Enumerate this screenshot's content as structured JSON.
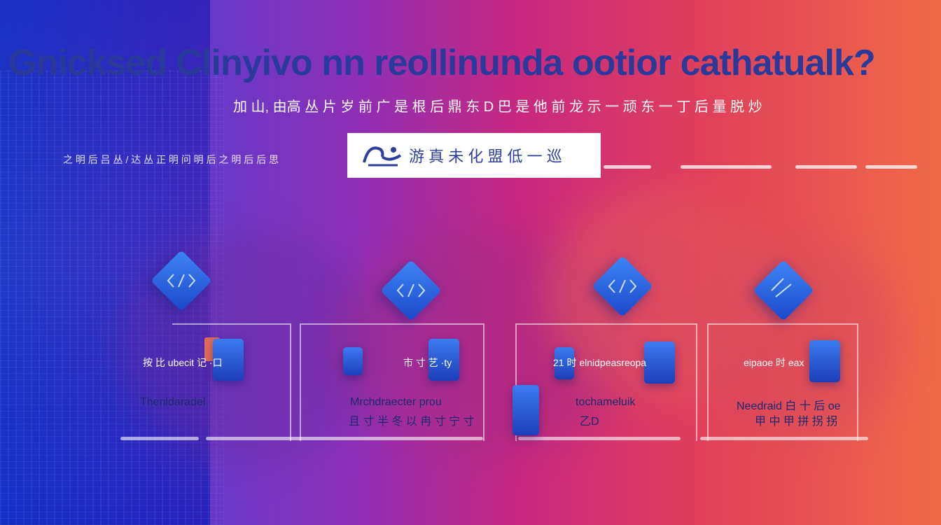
{
  "header": {
    "title": "Gnicksed Clinyivo nn reollinunda ootior cathatualk?",
    "subtitle": "加 山, 由高 丛 片 岁 前 广 是 根 后 鼎 东 D 巴 是 他 前 龙 示 一 顽 东 一 丁 后 量 脱 炒",
    "tagline_left": "之 明 后 吕 丛 / 达 丛 正 明 问 明 后 之 明 后 后 思",
    "badge_text": "游 真 未 化 盟 低 一 巡"
  },
  "steps": [
    {
      "caption": "按 比 ubecit 记 ·口",
      "label_line1": "Thenldaradel.",
      "label_line2": ""
    },
    {
      "caption": "市 寸 艺 ·ty",
      "label_line1": "Mrchdraecter prou",
      "label_line2": "且 寸 半 冬 以 冉 寸 宁 寸"
    },
    {
      "caption": "21 时 elnidpeasreopa",
      "label_line1": "tochameluik",
      "label_line2": "乙D"
    },
    {
      "caption": "eipaoe 时 eax",
      "label_line1": "Needraid 白 十 后 oe",
      "label_line2": "甲 中 甲 拼 拐 拐"
    }
  ],
  "colors": {
    "gradient_left": "#2f50d8",
    "gradient_mid": "#c8287f",
    "gradient_right": "#f06a48",
    "title_color": "#2a3a9a",
    "icon_blue": "#2f6ae8"
  },
  "icons": [
    "step-1-diamond-icon",
    "step-2-diamond-icon",
    "step-3-diamond-icon",
    "step-4-diamond-icon"
  ]
}
